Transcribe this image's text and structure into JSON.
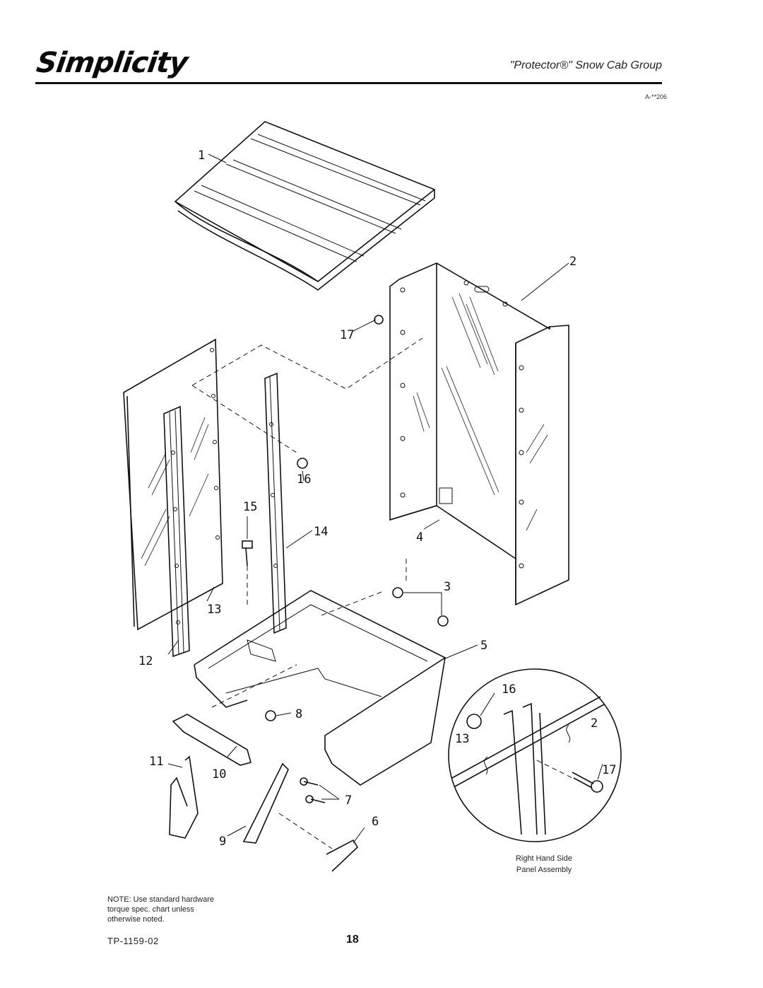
{
  "header": {
    "brand": "Simplicity",
    "title": "\"Protector®\" Snow Cab Group",
    "ref_code": "A-**206"
  },
  "callouts": {
    "c1": "1",
    "c2": "2",
    "c3": "3",
    "c4": "4",
    "c5": "5",
    "c6": "6",
    "c7": "7",
    "c8": "8",
    "c9": "9",
    "c10": "10",
    "c11": "11",
    "c12": "12",
    "c13": "13",
    "c14": "14",
    "c15": "15",
    "c16": "16",
    "c17": "17",
    "inset_16": "16",
    "inset_2": "2",
    "inset_13": "13",
    "inset_17": "17"
  },
  "inset": {
    "caption_line1": "Right Hand Side",
    "caption_line2": "Panel Assembly"
  },
  "footer": {
    "note_line1": "NOTE: Use standard hardware",
    "note_line2": "torque spec. chart unless",
    "note_line3": "otherwise noted.",
    "doc_number": "TP-1159-02",
    "page_number": "18"
  }
}
